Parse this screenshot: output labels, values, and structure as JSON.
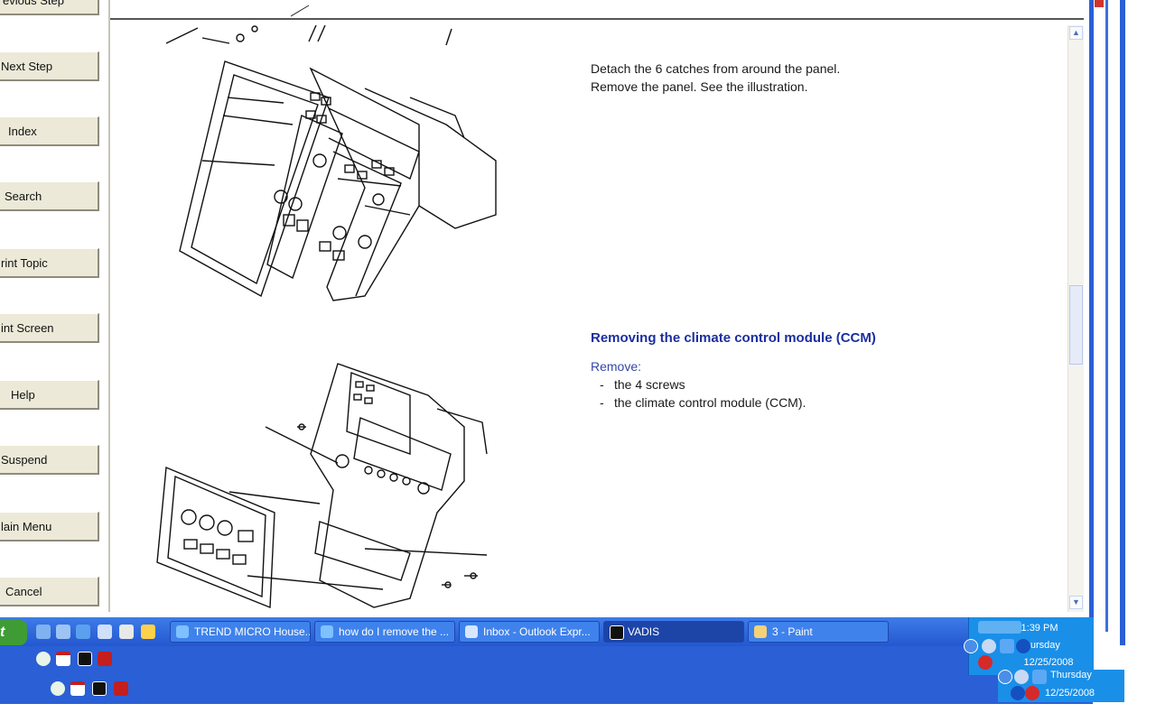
{
  "nav": {
    "buttons": [
      {
        "label": "Previous Step",
        "visible": "evious Step"
      },
      {
        "label": "Next Step",
        "visible": "Next Step"
      },
      {
        "label": "Index",
        "visible": "Index"
      },
      {
        "label": "Search",
        "visible": "Search"
      },
      {
        "label": "Print Topic",
        "visible": "rint Topic"
      },
      {
        "label": "Print Screen",
        "visible": "int Screen"
      },
      {
        "label": "Help",
        "visible": "Help"
      },
      {
        "label": "Suspend",
        "visible": "Suspend"
      },
      {
        "label": "Main Menu",
        "visible": "lain Menu"
      },
      {
        "label": "Cancel",
        "visible": "Cancel"
      }
    ]
  },
  "content": {
    "step1_line1": "Detach the 6 catches from around the panel.",
    "step1_line2": "Remove the panel. See the illustration.",
    "heading": "Removing the climate control module (CCM)",
    "remove_label": "Remove:",
    "remove_items": [
      "the 4 screws",
      "the climate control module (CCM)."
    ]
  },
  "taskbar": {
    "start": "t",
    "items": [
      {
        "label": "TREND MICRO House...",
        "icon": "ie-icon",
        "active": false
      },
      {
        "label": "how do I remove the ...",
        "icon": "ie-icon",
        "active": false
      },
      {
        "label": "Inbox - Outlook Expr...",
        "icon": "outlook-icon",
        "active": false
      },
      {
        "label": "VADIS",
        "icon": "vadis-icon",
        "active": true
      },
      {
        "label": "3 - Paint",
        "icon": "paint-icon",
        "active": false
      }
    ],
    "clock": {
      "time": "1:39 PM",
      "day": "Thursday",
      "date": "12/25/2008"
    },
    "clock2": {
      "day": "Thursday",
      "date": "12/25/2008"
    }
  },
  "colors": {
    "taskbar": "#2a5fd6",
    "heading": "#1a2ea0",
    "tray": "#1a8fe8"
  }
}
